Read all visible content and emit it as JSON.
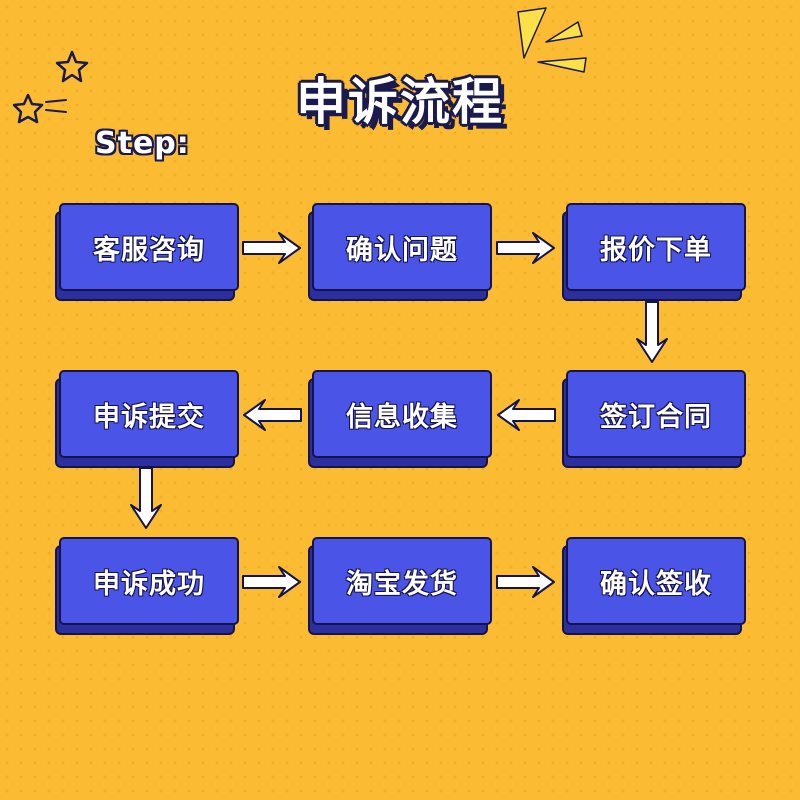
{
  "title": "申诉流程",
  "step_label": "Step:",
  "steps": [
    "客服咨询",
    "确认问题",
    "报价下单",
    "签订合同",
    "信息收集",
    "申诉提交",
    "申诉成功",
    "淘宝发货",
    "确认签收"
  ],
  "colors": {
    "background": "#fbbc33",
    "box_fill": "#4a55e8",
    "box_shadow": "#2b2fa0",
    "outline": "#14144a",
    "arrow": "#ffffff"
  },
  "icons": [
    "star-icon",
    "sparkle-lines-icon"
  ]
}
